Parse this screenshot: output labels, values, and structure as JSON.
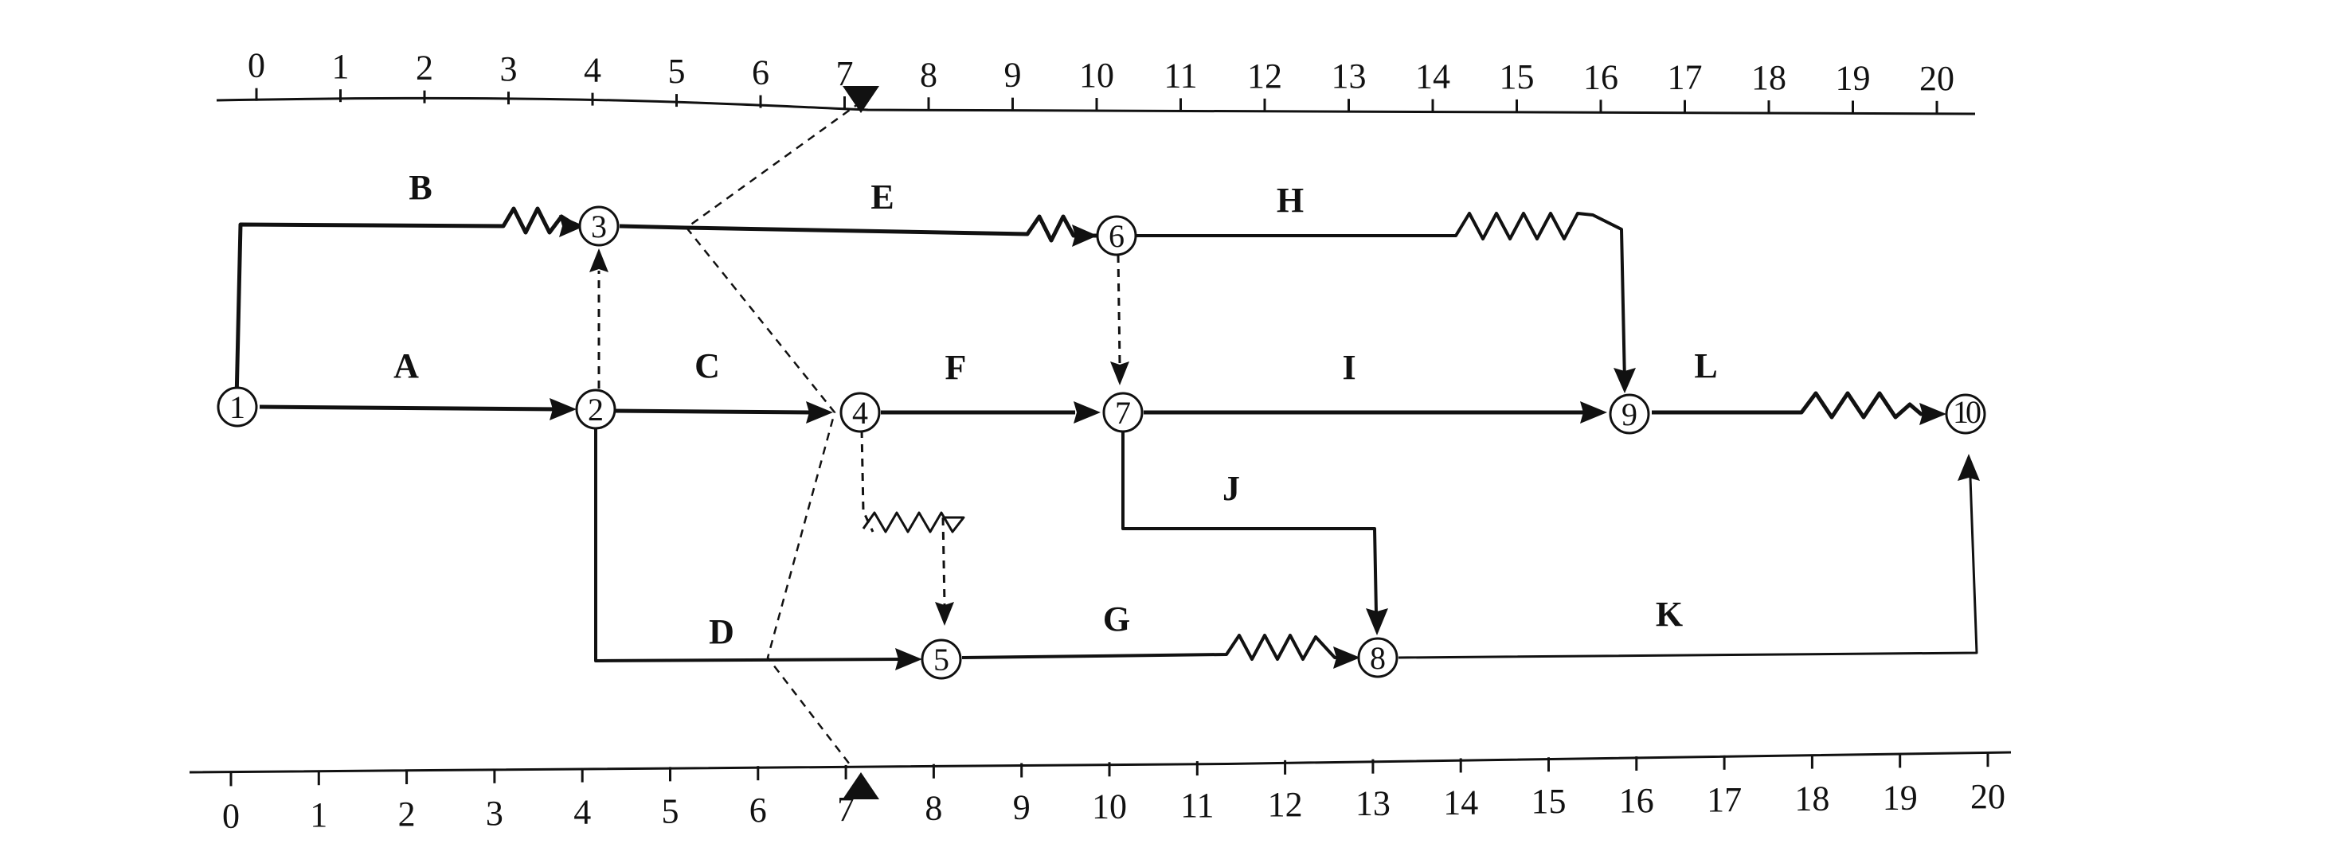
{
  "diagram": {
    "type": "time-scaled network diagram",
    "colors": {
      "ink": "#111111",
      "background": "#ffffff"
    },
    "top_scale": {
      "ticks": [
        "0",
        "1",
        "2",
        "3",
        "4",
        "5",
        "6",
        "7",
        "8",
        "9",
        "10",
        "11",
        "12",
        "13",
        "14",
        "15",
        "16",
        "17",
        "18",
        "19",
        "20"
      ],
      "marker_at": 7
    },
    "bottom_scale": {
      "ticks": [
        "0",
        "1",
        "2",
        "3",
        "4",
        "5",
        "6",
        "7",
        "8",
        "9",
        "10",
        "11",
        "12",
        "13",
        "14",
        "15",
        "16",
        "17",
        "18",
        "19",
        "20"
      ],
      "marker_at": 7
    },
    "nodes": [
      {
        "id": "1",
        "label": "1",
        "time": 0
      },
      {
        "id": "2",
        "label": "2",
        "time": 4
      },
      {
        "id": "3",
        "label": "3",
        "time": 4
      },
      {
        "id": "4",
        "label": "4",
        "time": 7
      },
      {
        "id": "5",
        "label": "5",
        "time": 8
      },
      {
        "id": "6",
        "label": "6",
        "time": 10
      },
      {
        "id": "7",
        "label": "7",
        "time": 10
      },
      {
        "id": "8",
        "label": "8",
        "time": 13
      },
      {
        "id": "9",
        "label": "9",
        "time": 16
      },
      {
        "id": "10",
        "label": "10",
        "time": 20
      }
    ],
    "activities": [
      {
        "label": "A",
        "from": "1",
        "to": "2"
      },
      {
        "label": "B",
        "from": "1",
        "to": "3",
        "free_float": true
      },
      {
        "label": "C",
        "from": "2",
        "to": "4"
      },
      {
        "label": "D",
        "from": "2",
        "to": "5"
      },
      {
        "label": "E",
        "from": "3",
        "to": "6",
        "free_float": true
      },
      {
        "label": "F",
        "from": "4",
        "to": "7"
      },
      {
        "label": "G",
        "from": "5",
        "to": "8",
        "free_float": true
      },
      {
        "label": "H",
        "from": "6",
        "to": "9",
        "free_float": true
      },
      {
        "label": "I",
        "from": "7",
        "to": "9"
      },
      {
        "label": "J",
        "from": "7",
        "to": "8"
      },
      {
        "label": "K",
        "from": "8",
        "to": "10"
      },
      {
        "label": "L",
        "from": "9",
        "to": "10",
        "free_float": true
      }
    ],
    "dummies": [
      {
        "from": "2",
        "to": "3"
      },
      {
        "from": "6",
        "to": "7"
      },
      {
        "from": "4",
        "to": "5",
        "free_float": true
      }
    ],
    "check_line": {
      "style": "dashed",
      "from_scale_time": 7,
      "to_scale_time": 7
    }
  }
}
